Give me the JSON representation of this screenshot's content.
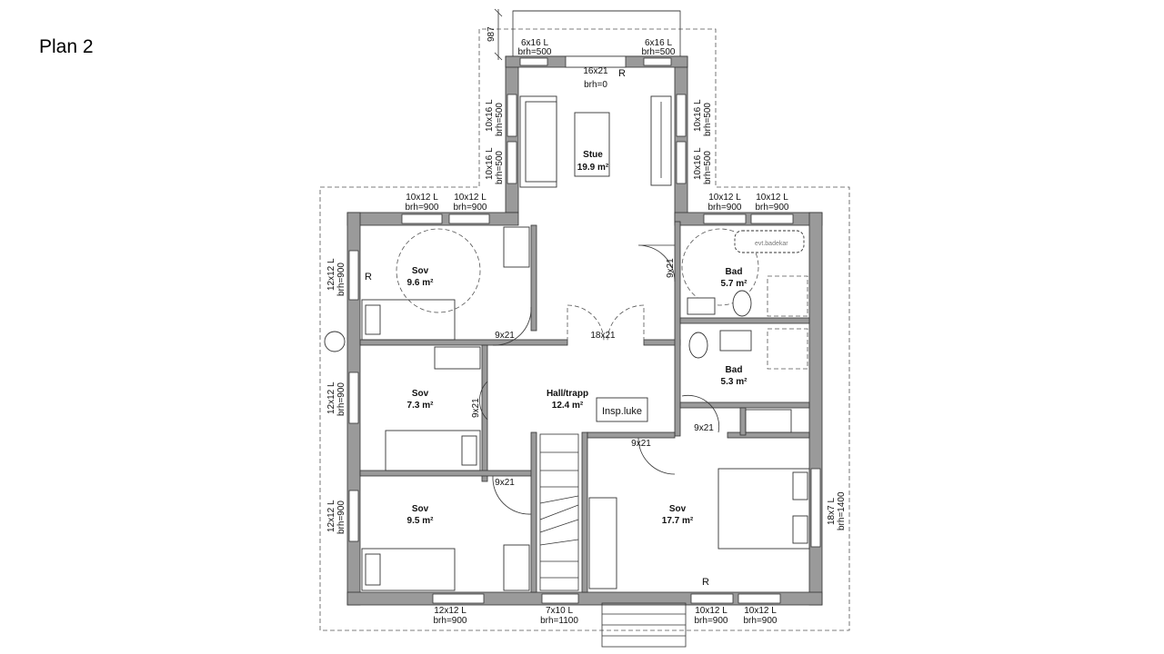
{
  "slide": {
    "title": "Plan 2"
  },
  "rooms": [
    {
      "name": "Stue",
      "area": "19.9 m²"
    },
    {
      "name": "Sov",
      "area": "9.6 m²"
    },
    {
      "name": "Bad",
      "area": "5.7 m²"
    },
    {
      "name": "Bad",
      "area": "5.3 m²"
    },
    {
      "name": "Sov",
      "area": "7.3 m²"
    },
    {
      "name": "Hall/trapp",
      "area": "12.4 m²"
    },
    {
      "name": "Sov",
      "area": "9.5 m²"
    },
    {
      "name": "Sov",
      "area": "17.7 m²"
    }
  ],
  "windows": [
    {
      "size": "6x16 L",
      "sill": "brh=500"
    },
    {
      "size": "6x16 L",
      "sill": "brh=500"
    },
    {
      "size": "10x16 L",
      "sill": "brh=500"
    },
    {
      "size": "10x16 L",
      "sill": "brh=500"
    },
    {
      "size": "10x16 L",
      "sill": "brh=500"
    },
    {
      "size": "10x16 L",
      "sill": "brh=500"
    },
    {
      "size": "10x12 L",
      "sill": "brh=900"
    },
    {
      "size": "10x12 L",
      "sill": "brh=900"
    },
    {
      "size": "10x12 L",
      "sill": "brh=900"
    },
    {
      "size": "10x12 L",
      "sill": "brh=900"
    },
    {
      "size": "12x12 L",
      "sill": "brh=900"
    },
    {
      "size": "12x12 L",
      "sill": "brh=900"
    },
    {
      "size": "12x12 L",
      "sill": "brh=900"
    },
    {
      "size": "18x7 L",
      "sill": "brh=1400"
    },
    {
      "size": "12x12 L",
      "sill": "brh=900"
    },
    {
      "size": "7x10 L",
      "sill": "brh=1100"
    },
    {
      "size": "10x12 L",
      "sill": "brh=900"
    },
    {
      "size": "10x12 L",
      "sill": "brh=900"
    }
  ],
  "balcony_door": {
    "size": "16x21",
    "sill": "brh=0"
  },
  "doors": [
    "9x21",
    "18x21",
    "9x21",
    "9x21",
    "9x21",
    "9x21",
    "9x21"
  ],
  "markers": {
    "radiator_1": "R",
    "radiator_2": "R",
    "radiator_3": "R"
  },
  "dimension": "987",
  "hatch": "Insp.luke",
  "bathtub": "evt.badekar"
}
